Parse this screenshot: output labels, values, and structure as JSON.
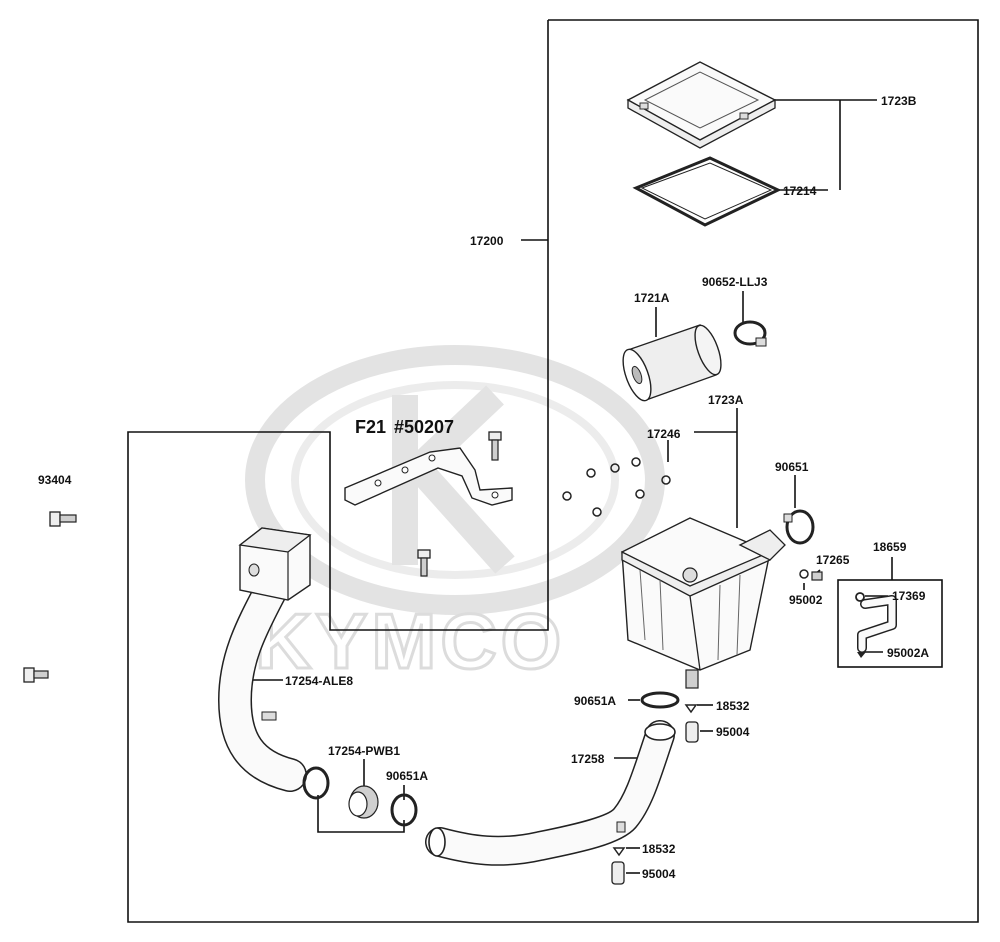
{
  "watermark": {
    "brand": "KYMCO"
  },
  "reference": {
    "frame": "F21",
    "number": "#50207"
  },
  "labels": {
    "p1723B": "1723B",
    "p17214": "17214",
    "p17200": "17200",
    "p1721A": "1721A",
    "p90652": "90652-LLJ3",
    "p1723A": "1723A",
    "p17246": "17246",
    "p90651": "90651",
    "p18659": "18659",
    "p17265": "17265",
    "p95002": "95002",
    "p17369": "17369",
    "p95002A": "95002A",
    "p93404": "93404",
    "p17254ALE8": "17254-ALE8",
    "p90651A_top": "90651A",
    "p18532_top": "18532",
    "p95004_top": "95004",
    "p17258": "17258",
    "p17254PWB1": "17254-PWB1",
    "p90651A_low": "90651A",
    "p18532_bot": "18532",
    "p95004_bot": "95004"
  },
  "colors": {
    "line": "#111111",
    "watermark": "#dcdcdc",
    "part_fill": "#eeeeee"
  }
}
